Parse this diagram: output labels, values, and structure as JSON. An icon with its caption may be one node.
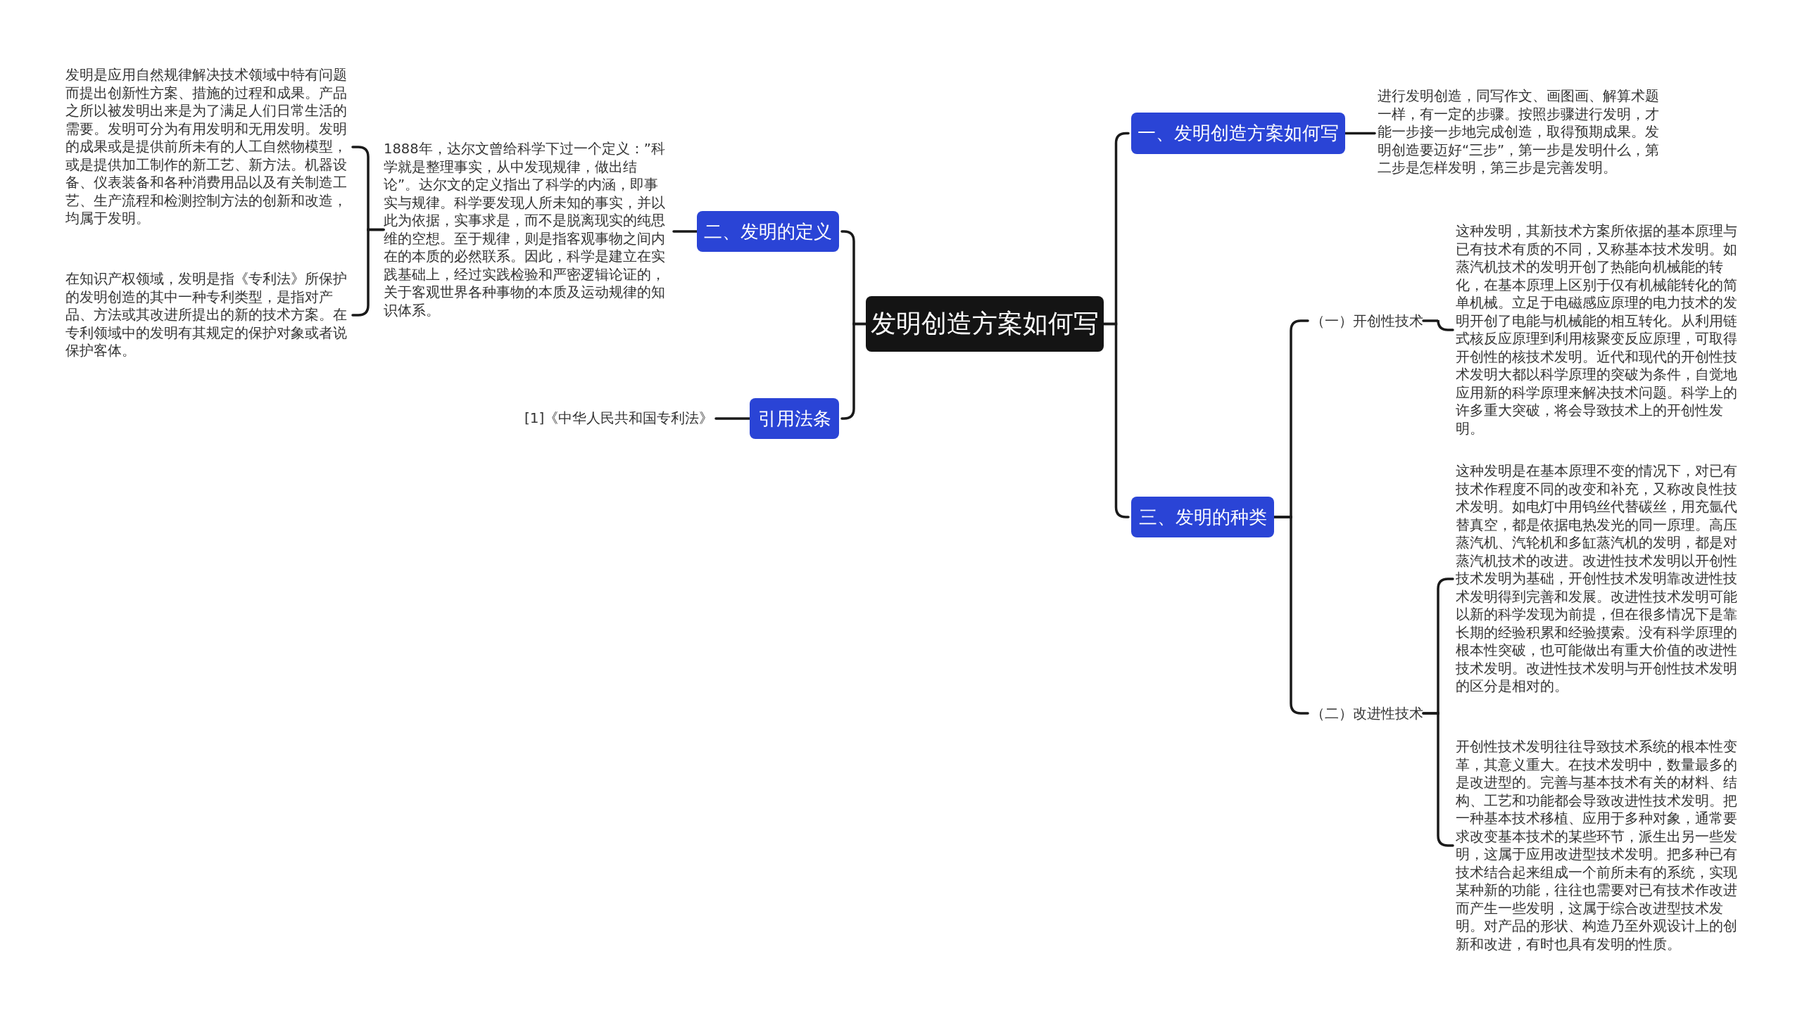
{
  "diagram": {
    "nodes": [
      {
        "text": [
          "发明创造方案如何写"
        ]
      },
      {
        "text": [
          "一、发明创造方案如何写"
        ]
      },
      {
        "text": [
          "进行发明创造，同写作文、画图画、解算术题一样，有一定的步骤。按照步骤进行发明，才能一步接一步地完成创造，取得预期成果。发明创造要迈好“三步”，第一步是发明什么，第二步是怎样发明，第三步是完善发明。"
        ]
      },
      {
        "text": [
          "二、发明的定义"
        ]
      },
      {
        "text": [
          "1888年，达尔文曾给科学下过一个定义：”科学就是整理事实，从中发现规律，做出结论”。达尔文的定义指出了科学的内涵，即事实与规律。科学要发现人所未知的事实，并以此为依据，实事求是，而不是脱离现实的纯思维的空想。至于规律，则是指客观事物之间内在的本质的必然联系。因此，科学是建立在实践基础上，经过实践检验和严密逻辑论证的，关于客观世界各种事物的本质及运动规律的知识体系。"
        ]
      },
      {
        "text": [
          "发明是应用自然规律解决技术领域中特有问题而提出创新性方案、措施的过程和成果。产品之所以被发明出来是为了满足人们日常生活的需要。发明可分为有用发明和无用发明。发明的成果或是提供前所未有的人工自然物模型，或是提供加工制作的新工艺、新方法。机器设备、仪表装备和各种消费用品以及有关制造工艺、生产流程和检测控制方法的创新和改造，均属于发明。"
        ]
      },
      {
        "text": [
          "在知识产权领域，发明是指《专利法》所保护的发明创造的其中一种专利类型，是指对产品、方法或其改进所提出的新的技术方案。在专利领域中的发明有其规定的保护对象或者说保护客体。"
        ]
      },
      {
        "text": [
          "引用法条"
        ]
      },
      {
        "text": [
          "[1]《中华人民共和国专利法》"
        ]
      },
      {
        "text": [
          "三、发明的种类"
        ]
      },
      {
        "text": [
          "（一）开创性技术"
        ]
      },
      {
        "text": [
          "这种发明，其新技术方案所依据的基本原理与已有技术有质的不同，又称基本技术发明。如蒸汽机技术的发明开创了热能向机械能的转化，在基本原理上区别于仅有机械能转化的简单机械。立足于电磁感应原理的电力技术的发明开创了电能与机械能的相互转化。从利用链式核反应原理到利用核聚变反应原理，可取得开创性的核技术发明。近代和现代的开创性技术发明大都以科学原理的突破为条件，自觉地应用新的科学原理来解决技术问题。科学上的许多重大突破，将会导致技术上的开创性发明。"
        ]
      },
      {
        "text": [
          "（二）改进性技术"
        ]
      },
      {
        "text": [
          "这种发明是在基本原理不变的情况下，对已有技术作程度不同的改变和补充，又称改良性技术发明。如电灯中用钨丝代替碳丝，用充氩代替真空，都是依据电热发光的同一原理。高压蒸汽机、汽轮机和多缸蒸汽机的发明，都是对蒸汽机技术的改进。改进性技术发明以开创性技术发明为基础，开创性技术发明靠改进性技术发明得到完善和发展。改进性技术发明可能以新的科学发现为前提，但在很多情况下是靠长期的经验积累和经验摸索。没有科学原理的根本性突破，也可能做出有重大价值的改进性技术发明。改进性技术发明与开创性技术发明的区分是相对的。"
        ]
      },
      {
        "text": [
          "开创性技术发明往往导致技术系统的根本性变革，其意义重大。在技术发明中，数量最多的是改进型的。完善与基本技术有关的材料、结构、工艺和功能都会导致改进性技术发明。把一种基本技术移植、应用于多种对象，通常要求改变基本技术的某些环节，派生出另一些发明，这属于应用改进型技术发明。把多种已有技术结合起来组成一个前所未有的系统，实现某种新的功能，往往也需要对已有技术作改进而产生一些发明，这属于综合改进型技术发明。对产品的形状、构造乃至外观设计上的创新和改进，有时也具有发明的性质。"
        ]
      }
    ],
    "edges": [
      {
        "from": 0,
        "to": 1,
        "arrow": "none"
      },
      {
        "from": 1,
        "to": 2,
        "arrow": "none"
      },
      {
        "from": 0,
        "to": 3,
        "arrow": "none"
      },
      {
        "from": 3,
        "to": 4,
        "arrow": "none"
      },
      {
        "from": 4,
        "to": 5,
        "arrow": "none"
      },
      {
        "from": 4,
        "to": 6,
        "arrow": "none"
      },
      {
        "from": 0,
        "to": 7,
        "arrow": "none"
      },
      {
        "from": 7,
        "to": 8,
        "arrow": "none"
      },
      {
        "from": 0,
        "to": 9,
        "arrow": "none"
      },
      {
        "from": 9,
        "to": 10,
        "arrow": "none"
      },
      {
        "from": 10,
        "to": 11,
        "arrow": "none"
      },
      {
        "from": 9,
        "to": 12,
        "arrow": "none"
      },
      {
        "from": 12,
        "to": 13,
        "arrow": "none"
      },
      {
        "from": 12,
        "to": 14,
        "arrow": "none"
      }
    ]
  }
}
